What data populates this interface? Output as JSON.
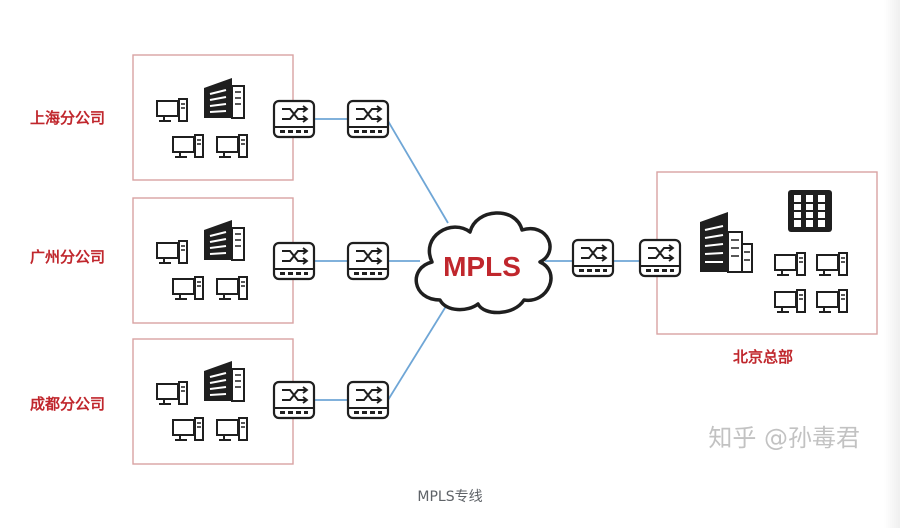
{
  "branches": [
    {
      "label": "上海分公司"
    },
    {
      "label": "广州分公司"
    },
    {
      "label": "成都分公司"
    }
  ],
  "hq": {
    "label": "北京总部"
  },
  "cloud": {
    "label": "MPLS"
  },
  "caption": "MPLS专线",
  "watermark": "知乎 @孙毒君",
  "colors": {
    "accent_red": "#c0272d",
    "link_blue": "#6fa6d6",
    "box_border": "#d9a3a3",
    "device_dark": "#1f1f1f"
  }
}
